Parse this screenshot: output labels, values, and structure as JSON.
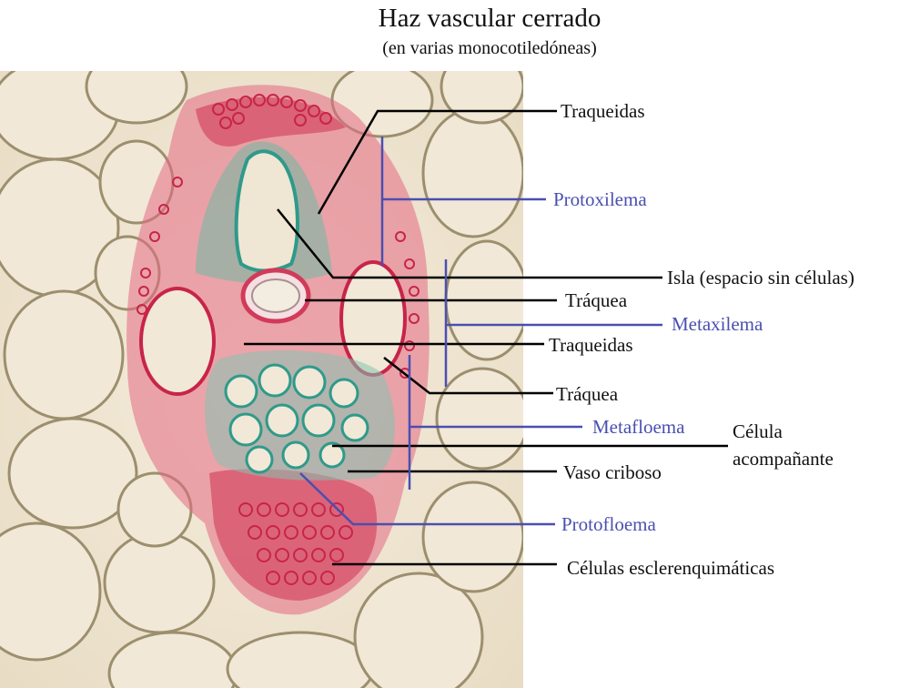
{
  "title": "Haz vascular cerrado",
  "subtitle": "(en varias monocotiledóneas)",
  "colors": {
    "label_black": "#111111",
    "label_blue": "#4a4fb0",
    "lignin_red": "#d0304f",
    "cellulose_green": "#2f9a8a",
    "cell_wall": "#9c8f6e",
    "background_cells": "#efe6d6"
  },
  "labels": {
    "traqueidas_top": "Traqueidas",
    "protoxilema": "Protoxilema",
    "isla": "Isla (espacio sin células)",
    "traquea_1": "Tráquea",
    "metaxilema": "Metaxilema",
    "traqueidas_mid": "Traqueidas",
    "traquea_2": "Tráquea",
    "metafloema": "Metafloema",
    "celula_acompanante_1": "Célula",
    "celula_acompanante_2": "acompañante",
    "vaso_criboso": "Vaso criboso",
    "protofloema": "Protofloema",
    "celulas_esclerenquimaticas": "Células esclerenquimáticas"
  }
}
